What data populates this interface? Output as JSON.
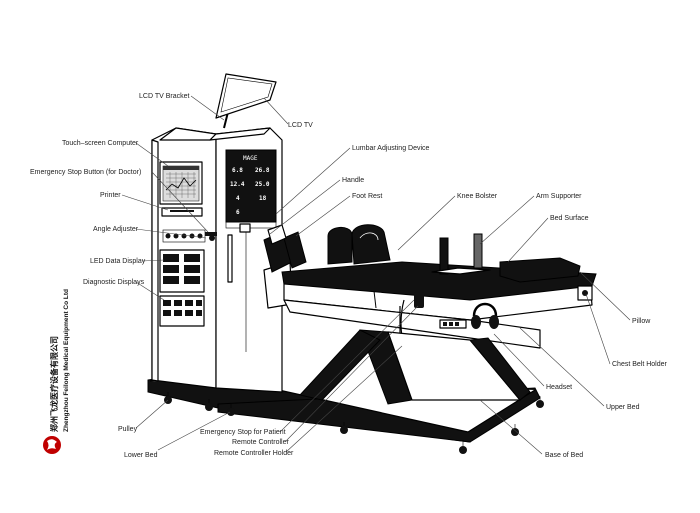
{
  "labels": {
    "lcd_tv_bracket": "LCD TV Bracket",
    "lcd_tv": "LCD TV",
    "touch_screen_computer": "Touch–screen Computer",
    "lumbar_adjusting_device": "Lumbar Adjusting Device",
    "emergency_stop_doctor": "Emergency Stop Button (for Doctor)",
    "handle": "Handle",
    "printer": "Printer",
    "foot_rest": "Foot Rest",
    "knee_bolster": "Knee Bolster",
    "arm_supporter": "Arm Supporter",
    "angle_adjuster": "Angle Adjuster",
    "bed_surface": "Bed Surface",
    "led_data_display": "LED Data Display",
    "diagnostic_displays": "Diagnostic Displays",
    "pillow": "Pillow",
    "chest_belt_holder": "Chest Belt Holder",
    "headset": "Headset",
    "upper_bed": "Upper Bed",
    "pulley": "Pulley",
    "emergency_stop_patient": "Emergency Stop for Patient",
    "remote_controller": "Remote Controller",
    "lower_bed": "Lower Bed",
    "remote_controller_holder": "Remote Controller Holder",
    "base_of_bed": "Base of Bed"
  },
  "brand": {
    "chinese": "郑州飞龙医疗设备有限公司",
    "english": "Zhengzhou Feilong Medical Equipment Co Ltd"
  },
  "panel": {
    "badge": "MAGE",
    "left_readouts": [
      "6.8",
      "12.4",
      "4",
      "6"
    ],
    "right_readouts": [
      "26.8",
      "25.0",
      "18"
    ]
  }
}
